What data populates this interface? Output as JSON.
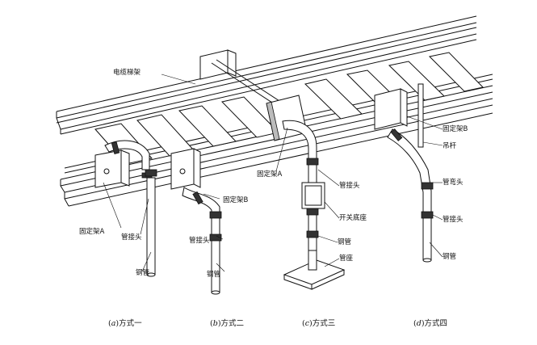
{
  "labels": {
    "cable_tray": "电缆梯架",
    "bracket_a_left": "固定架A",
    "pipe_joint_a": "管接头",
    "steel_pipe_a": "钢管",
    "pipe_joint_b": "管接头",
    "bracket_b_mid": "固定架B",
    "steel_pipe_b": "钢管",
    "bracket_a_mid": "固定架A",
    "pipe_joint_c": "管接头",
    "switch_base": "开关底座",
    "steel_pipe_c": "钢管",
    "pipe_seat": "管座",
    "bracket_b_right": "固定架B",
    "hanger_rod": "吊杆",
    "pipe_elbow": "管弯头",
    "pipe_joint_d": "管接头",
    "steel_pipe_d": "钢管"
  },
  "captions": {
    "a_letter": "a",
    "a_text": "方式一",
    "b_letter": "b",
    "b_text": "方式二",
    "c_letter": "c",
    "c_text": "方式三",
    "d_letter": "d",
    "d_text": "方式四"
  }
}
